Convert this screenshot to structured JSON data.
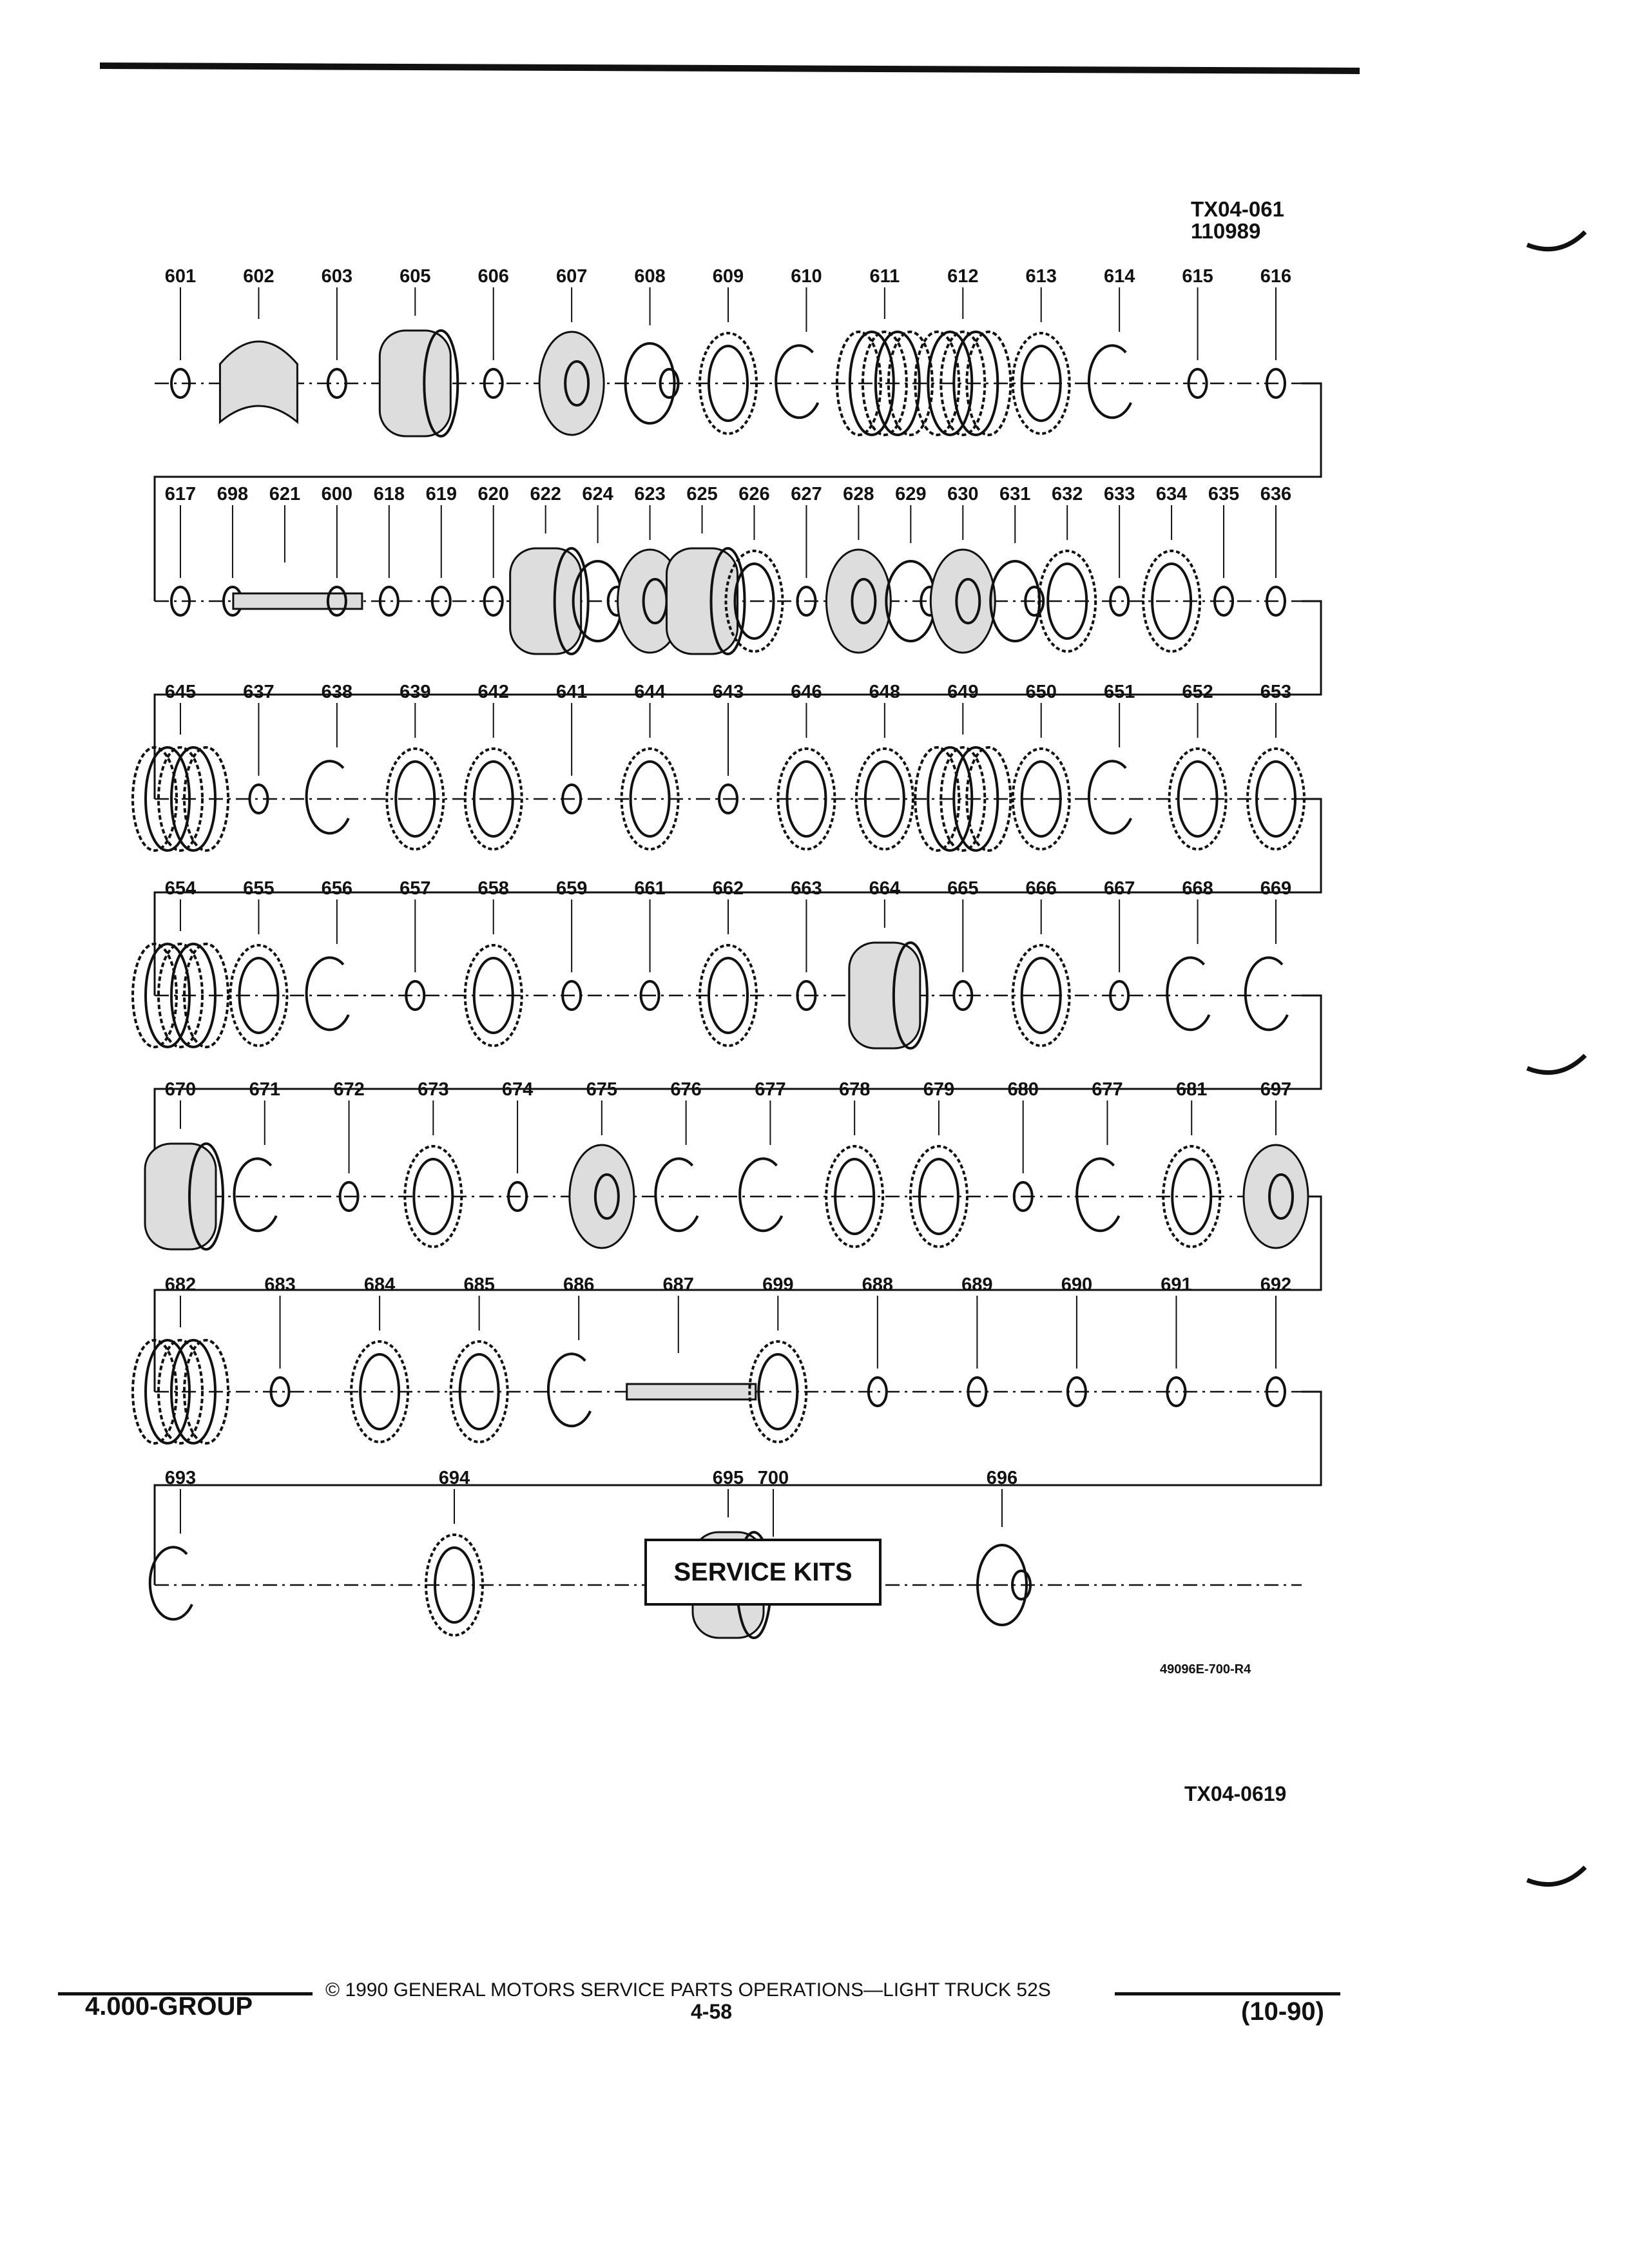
{
  "header": {
    "ref_code": "TX04-061",
    "ref_date": "110989"
  },
  "rows": [
    {
      "parts": [
        {
          "label": "601",
          "kind": "ring"
        },
        {
          "label": "602",
          "kind": "band"
        },
        {
          "label": "603",
          "kind": "ring"
        },
        {
          "label": "605",
          "kind": "drum"
        },
        {
          "label": "606",
          "kind": "ring"
        },
        {
          "label": "607",
          "kind": "piston"
        },
        {
          "label": "608",
          "kind": "seal"
        },
        {
          "label": "609",
          "kind": "gear"
        },
        {
          "label": "610",
          "kind": "snapring"
        },
        {
          "label": "611",
          "kind": "platepack"
        },
        {
          "label": "612",
          "kind": "platepack"
        },
        {
          "label": "613",
          "kind": "gear"
        },
        {
          "label": "614",
          "kind": "snapring"
        },
        {
          "label": "615",
          "kind": "ring"
        },
        {
          "label": "616",
          "kind": "ring"
        }
      ]
    },
    {
      "parts": [
        {
          "label": "617",
          "kind": "ring"
        },
        {
          "label": "698",
          "kind": "ring"
        },
        {
          "label": "621",
          "kind": "shaft"
        },
        {
          "label": "600",
          "kind": "ring"
        },
        {
          "label": "618",
          "kind": "ring"
        },
        {
          "label": "619",
          "kind": "ring"
        },
        {
          "label": "620",
          "kind": "ring"
        },
        {
          "label": "622",
          "kind": "drum"
        },
        {
          "label": "624",
          "kind": "seal"
        },
        {
          "label": "623",
          "kind": "piston"
        },
        {
          "label": "625",
          "kind": "drum"
        },
        {
          "label": "626",
          "kind": "gear"
        },
        {
          "label": "627",
          "kind": "ring"
        },
        {
          "label": "628",
          "kind": "piston"
        },
        {
          "label": "629",
          "kind": "seal"
        },
        {
          "label": "630",
          "kind": "piston"
        },
        {
          "label": "631",
          "kind": "seal"
        },
        {
          "label": "632",
          "kind": "gear"
        },
        {
          "label": "633",
          "kind": "ring"
        },
        {
          "label": "634",
          "kind": "gear"
        },
        {
          "label": "635",
          "kind": "ring"
        },
        {
          "label": "636",
          "kind": "ring"
        }
      ]
    },
    {
      "parts": [
        {
          "label": "645",
          "kind": "platepack"
        },
        {
          "label": "637",
          "kind": "ring"
        },
        {
          "label": "638",
          "kind": "snapring"
        },
        {
          "label": "639",
          "kind": "gear"
        },
        {
          "label": "642",
          "kind": "gear"
        },
        {
          "label": "641",
          "kind": "ring"
        },
        {
          "label": "644",
          "kind": "gear"
        },
        {
          "label": "643",
          "kind": "ring"
        },
        {
          "label": "646",
          "kind": "gear"
        },
        {
          "label": "648",
          "kind": "gear"
        },
        {
          "label": "649",
          "kind": "platepack"
        },
        {
          "label": "650",
          "kind": "gear"
        },
        {
          "label": "651",
          "kind": "snapring"
        },
        {
          "label": "652",
          "kind": "gear"
        },
        {
          "label": "653",
          "kind": "gear"
        }
      ]
    },
    {
      "parts": [
        {
          "label": "654",
          "kind": "platepack"
        },
        {
          "label": "655",
          "kind": "gear"
        },
        {
          "label": "656",
          "kind": "snapring"
        },
        {
          "label": "657",
          "kind": "ring"
        },
        {
          "label": "658",
          "kind": "gear"
        },
        {
          "label": "659",
          "kind": "ring"
        },
        {
          "label": "661",
          "kind": "ring"
        },
        {
          "label": "662",
          "kind": "gear"
        },
        {
          "label": "663",
          "kind": "ring"
        },
        {
          "label": "664",
          "kind": "drum"
        },
        {
          "label": "665",
          "kind": "ring"
        },
        {
          "label": "666",
          "kind": "gear"
        },
        {
          "label": "667",
          "kind": "ring"
        },
        {
          "label": "668",
          "kind": "snapring"
        },
        {
          "label": "669",
          "kind": "snapring"
        }
      ]
    },
    {
      "parts": [
        {
          "label": "670",
          "kind": "drum"
        },
        {
          "label": "671",
          "kind": "snapring"
        },
        {
          "label": "672",
          "kind": "ring"
        },
        {
          "label": "673",
          "kind": "gear"
        },
        {
          "label": "674",
          "kind": "ring"
        },
        {
          "label": "675",
          "kind": "piston"
        },
        {
          "label": "676",
          "kind": "snapring"
        },
        {
          "label": "677",
          "kind": "snapring"
        },
        {
          "label": "678",
          "kind": "gear"
        },
        {
          "label": "679",
          "kind": "gear"
        },
        {
          "label": "680",
          "kind": "ring"
        },
        {
          "label": "677",
          "kind": "snapring"
        },
        {
          "label": "681",
          "kind": "gear"
        },
        {
          "label": "697",
          "kind": "piston"
        }
      ]
    },
    {
      "parts": [
        {
          "label": "682",
          "kind": "platepack"
        },
        {
          "label": "683",
          "kind": "ring"
        },
        {
          "label": "684",
          "kind": "gear"
        },
        {
          "label": "685",
          "kind": "gear"
        },
        {
          "label": "686",
          "kind": "snapring"
        },
        {
          "label": "687",
          "kind": "shaft"
        },
        {
          "label": "699",
          "kind": "gear"
        },
        {
          "label": "688",
          "kind": "ring"
        },
        {
          "label": "689",
          "kind": "ring"
        },
        {
          "label": "690",
          "kind": "ring"
        },
        {
          "label": "691",
          "kind": "ring"
        },
        {
          "label": "692",
          "kind": "ring"
        }
      ]
    },
    {
      "parts": [
        {
          "label": "693",
          "kind": "snapring"
        },
        {
          "label": "694",
          "kind": "gear"
        },
        {
          "label": "695",
          "kind": "drum"
        },
        {
          "label": "696",
          "kind": "seal"
        },
        {
          "label": "700",
          "kind": "kit"
        }
      ]
    }
  ],
  "service_kits_label": "SERVICE KITS",
  "figure_code": "49096E-700-R4",
  "figure_ref": "TX04-0619",
  "footer": {
    "copyright": "© 1990  GENERAL MOTORS SERVICE PARTS OPERATIONS—LIGHT TRUCK 52S",
    "group": "4.000-GROUP",
    "page_number": "4-58",
    "date_code": "(10-90)"
  }
}
